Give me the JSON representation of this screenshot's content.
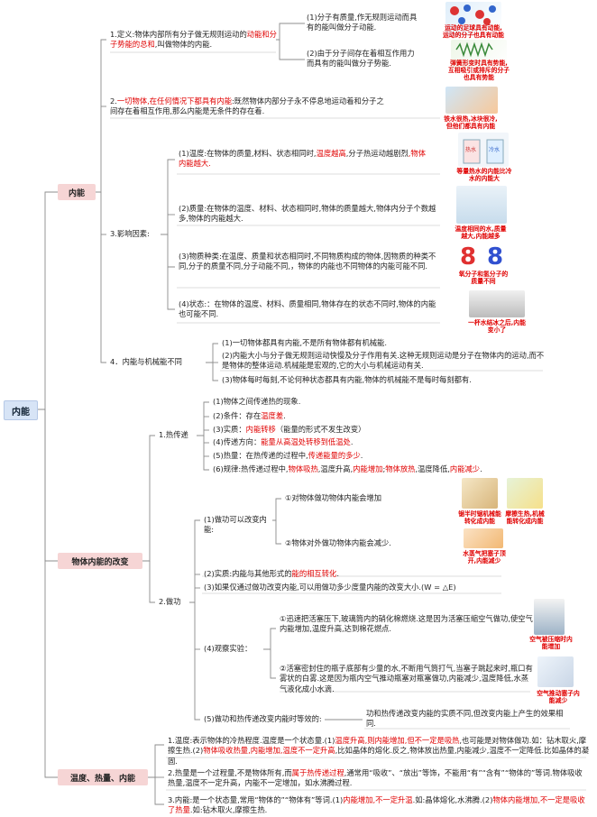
{
  "root": "内能",
  "branches": {
    "neineng": "内能",
    "change": "物体内能的改变",
    "relation": "温度、热量、内能"
  },
  "def": {
    "main_prefix": "1.定义:物体内部所有分子做无规则运动的",
    "main_hl": "动能和分子势能的总和",
    "main_suffix": ",叫做物体的内能.",
    "ke": "(1)分子有质量,作无规则运动而具有的能叫做分子动能.",
    "pe": "(2)由于分子间存在着相互作用力而具有的能叫做分子势能.",
    "ke_cap": "运动的足球具有动能,运动的分子也具有动能",
    "pe_cap": "弹簧形变时具有势能,互相吸引或排斥的分子也具有势能"
  },
  "always": {
    "prefix": "2.",
    "hl": "一切物体,在任何情况下都具有内能",
    "suffix": ":既然物体内部分子永不停息地运动着和分子之间存在着相互作用,那么内能是无条件的存在着.",
    "cap": "铁水很热,冰块很冷,但他们都具有内能"
  },
  "factors": {
    "label": "3.影响因素:",
    "temp_prefix": "(1)温度:在物体的质量,材料、状态相同时,",
    "temp_hl1": "温度越高",
    "temp_mid": ",分子热运动越剧烈",
    "temp_hl2": ",物体内能越大.",
    "temp_cap": "等量热水的内能比冷水的内能大",
    "hot_label": "热水",
    "cold_label": "冷水",
    "mass": "(2)质量:在物体的温度、材料、状态相同时,物体的质量越大,物体内分子个数越多,物体的内能越大.",
    "mass_cap": "温度相同的水,质量越大,内能越多",
    "material": "(3)物质种类:在温度、质量和状态相同时,不同物质构成的物体,因物质的种类不同,分子的质量不同,分子动能不同,，物体的内能也不同物体的内能可能不同.",
    "material_cap": "氧分子和氢分子的质量不同",
    "digit_a": "8",
    "digit_b": "8",
    "state": "(4)状态:：在物体的温度、材料、质量相同,物体存在的状态不同时,物体的内能也可能不同.",
    "state_cap": "一杯水结冰之后,内能变小了"
  },
  "mech": {
    "label": "4．内能与机械能不同",
    "a": "(1)一切物体都具有内能,不是所有物体都有机械能.",
    "b": "(2)内能大小与分子做无规则运动快慢及分子作用有关.这种无规则运动是分子在物体内的运动,而不是物体的整体运动.机械能是宏观的,它的大小与机械运动有关.",
    "c": "(3)物体每时每刻,不论何种状态都具有内能,物体的机械能不是每时每刻都有."
  },
  "heat": {
    "label": "1.热传递",
    "a": "(1)物体之间传递热的现象.",
    "b_prefix": "(2)条件：存在",
    "b_hl": "温度差",
    "b_suffix": ".",
    "c_prefix": "(3)实质：",
    "c_hl": "内能转移",
    "c_suffix": "（能量的形式不发生改变）",
    "d_prefix": "(4)传递方向：",
    "d_hl": "能量从高温处转移到低温处",
    "d_suffix": ".",
    "e_prefix": "(5)热量：在热传递的过程中,",
    "e_hl": "传递能量的多少",
    "e_suffix": ".",
    "f_1": "(6)规律:热传递过程中,",
    "f_h1": "物体吸热",
    "f_2": ",温度升高,",
    "f_h2": "内能增加",
    "f_3": ";",
    "f_h3": "物体放热",
    "f_4": ",温度降低,",
    "f_h4": "内能减少",
    "f_5": "."
  },
  "work": {
    "label": "2.做功",
    "can": "(1)做功可以改变内能:",
    "on": "①对物体做功物体内能会增加",
    "by": "②物体对外做功物体内能会减少.",
    "cap_a": "锯半时锯机械能转化成内能",
    "cap_b": "摩擦生热,机械能转化成内能",
    "cap_c": "水蒸气把塞子顶开,内能减少",
    "essence_prefix": "(2)实质:内能与其他形式的",
    "essence_hl": "能的相互转化",
    "essence_suffix": ".",
    "measure": "(3)如果仅通过做功改变内能,可以用做功多少度量内能的改变大小.(W = △E)",
    "observe": "(4)观察实验：",
    "exp1": "①迅速把活塞压下,玻璃筒内的硝化棉燃烧.这是因为活塞压缩空气做功,使空气内能增加,温度升高,达到棉花燃点.",
    "exp1_cap": "空气被压缩时内能增加",
    "exp2": "②活塞密封住的瓶子底部有少量的水,不断用气筒打气,当塞子跳起来时,瓶口有雾状的白雾.这是因为瓶内空气推动瓶塞对瓶塞做功,内能减少,温度降低,水蒸气液化成小水滴.",
    "exp2_cap": "空气推动塞子内能减少",
    "equiv": "(5)做功和热传递改变内能时等效的:",
    "equiv_detail": "功和热传递改变内能的实质不同,但改变内能上产生的效果相同."
  },
  "relation": {
    "t_1": "1.温度:表示物体的冷热程度.温度是一个状态量.(1)",
    "t_h1": "温度升高,则内能增加,但不一定是吸热",
    "t_2": ",也可能是对物体做功.如：钻木取火,摩擦生热.(2)",
    "t_h2": "物体吸收热量,内能增加,温度不一定升高",
    "t_3": ",比如晶体的熔化.反之,物体放出热量,内能减少,温度不一定降低.比如晶体的凝固.",
    "q_1": "2.热量是一个过程量,不是物体所有,而",
    "q_h1": "属于热传递过程",
    "q_2": ",通常用“吸收”、“放出”等饰，不能用“有”“含有”“物体的”等词.物体吸收热量,温度不一定升高，内能不一定增加，如水沸腾过程.",
    "u_1": "3.内能:是一个状态量,常用“物体的”“物体有”等词.(1)",
    "u_h1": "内能增加,不一定升温",
    "u_2": ".如:晶体熔化,水沸腾.(2)",
    "u_h2": "物体内能增加,不一定是吸收了热量",
    "u_3": ".如:钻木取火,摩擦生热."
  },
  "colors": {
    "highlight": "#e00000",
    "branch_fill": "#f6d5d5",
    "root_fill": "#d7e4f6",
    "line": "#8a8a8a"
  }
}
